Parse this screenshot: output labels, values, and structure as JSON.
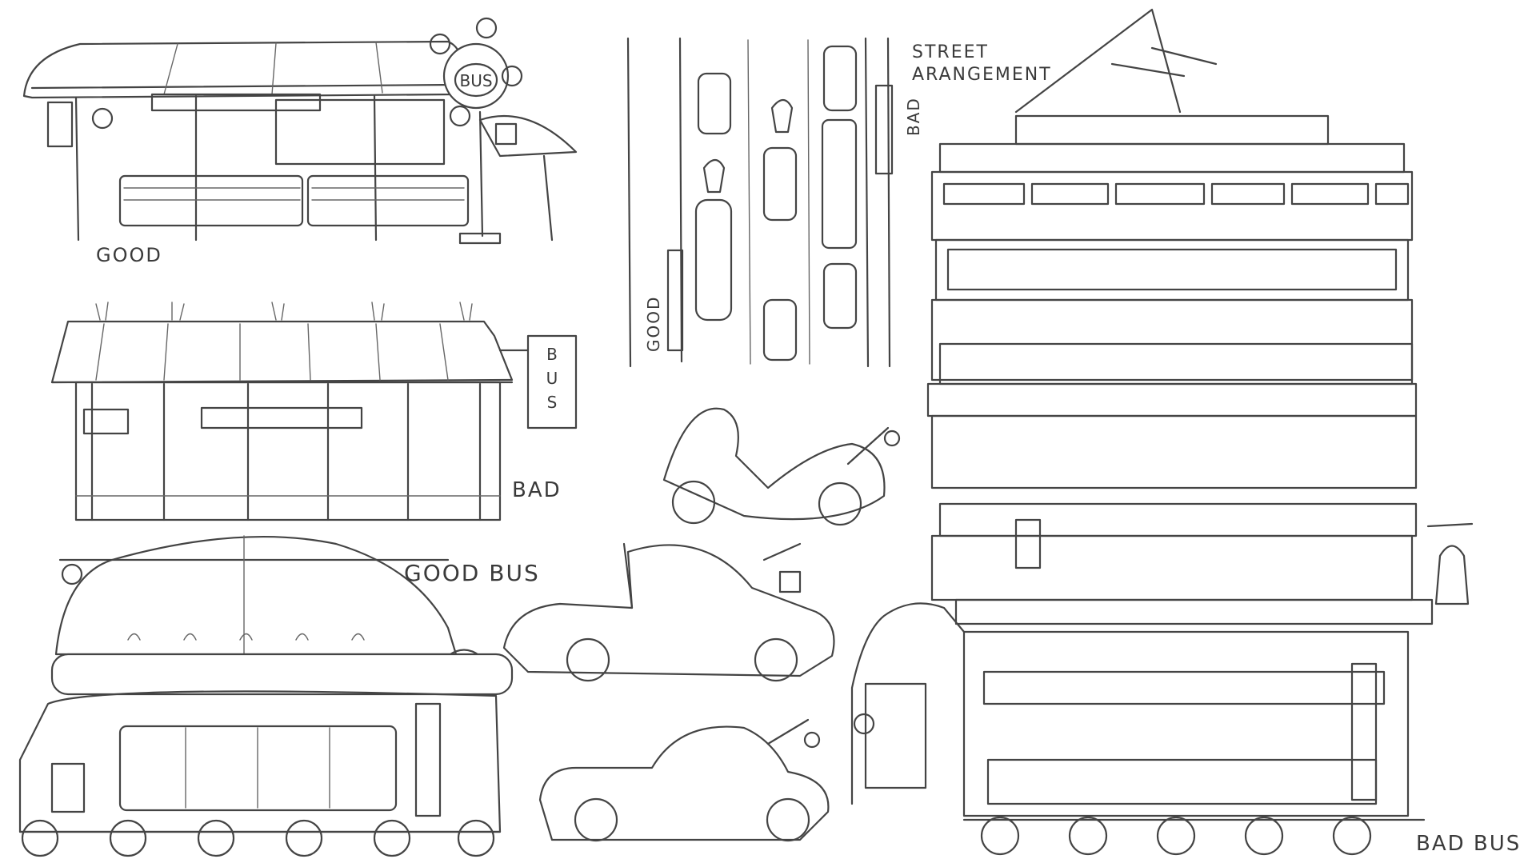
{
  "labels": {
    "stop_good": "GOOD",
    "stop_bad": "BAD",
    "street_arrangement": "STREET\nARANGEMENT",
    "street_bad": "BAD",
    "street_good": "GOOD",
    "good_bus": "GOOD BUS",
    "bad_bus": "BAD BUS"
  },
  "signs": {
    "round_bus_sign": "BUS",
    "vertical_bus_sign": [
      "B",
      "U",
      "S"
    ]
  },
  "colors": {
    "ink": "#444444",
    "paper": "#ffffff"
  }
}
